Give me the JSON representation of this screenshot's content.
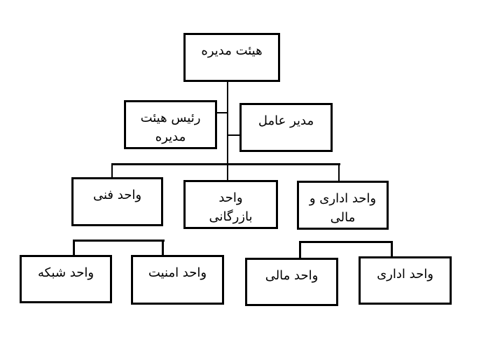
{
  "diagram": {
    "type": "org-chart",
    "language": "fa",
    "direction": "rtl",
    "colors": {
      "background": "#ffffff",
      "box_border": "#000000",
      "box_fill": "#ffffff",
      "text": "#000000",
      "line": "#000000"
    },
    "nodes": [
      {
        "id": "board",
        "label": "هیئت مدیره"
      },
      {
        "id": "chairman",
        "label": "رئیس هیئت\nمدیره"
      },
      {
        "id": "ceo",
        "label": "مدیر عامل"
      },
      {
        "id": "technical-unit",
        "label": "واحد فنی"
      },
      {
        "id": "commercial-unit",
        "label": "واحد\nبازرگانی"
      },
      {
        "id": "admin-finance-unit",
        "label": "واحد اداری و\nمالی"
      },
      {
        "id": "network-unit",
        "label": "واحد شبکه"
      },
      {
        "id": "security-unit",
        "label": "واحد امنیت"
      },
      {
        "id": "finance-unit",
        "label": "واحد مالی"
      },
      {
        "id": "admin-unit",
        "label": "واحد اداری"
      }
    ],
    "edges": [
      {
        "from": "board",
        "to": "chairman"
      },
      {
        "from": "board",
        "to": "ceo"
      },
      {
        "from": "board",
        "to": "technical-unit"
      },
      {
        "from": "board",
        "to": "commercial-unit"
      },
      {
        "from": "board",
        "to": "admin-finance-unit"
      },
      {
        "from": "technical-unit",
        "to": "network-unit"
      },
      {
        "from": "technical-unit",
        "to": "security-unit"
      },
      {
        "from": "admin-finance-unit",
        "to": "finance-unit"
      },
      {
        "from": "admin-finance-unit",
        "to": "admin-unit"
      }
    ]
  }
}
